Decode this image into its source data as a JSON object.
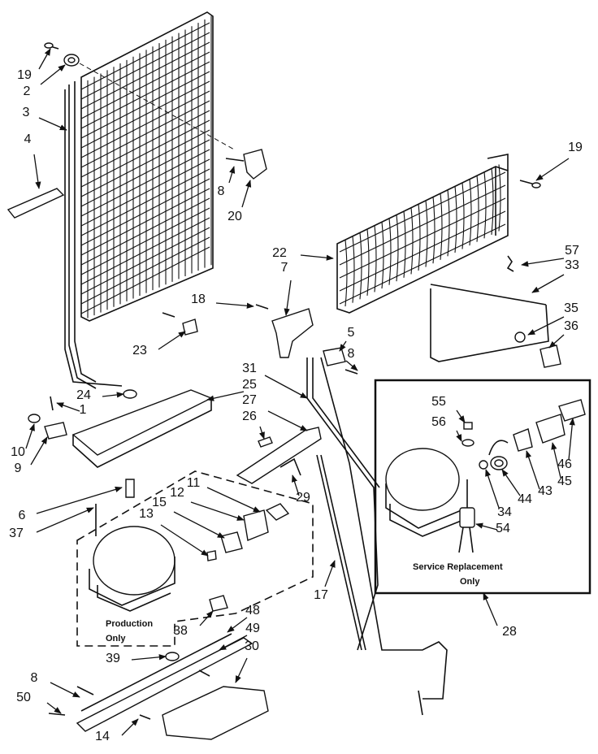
{
  "diagram": {
    "callouts": [
      "19",
      "2",
      "3",
      "4",
      "8",
      "20",
      "19",
      "22",
      "7",
      "57",
      "33",
      "18",
      "5",
      "8",
      "35",
      "36",
      "23",
      "31",
      "25",
      "24",
      "1",
      "27",
      "26",
      "10",
      "9",
      "6",
      "37",
      "11",
      "12",
      "15",
      "13",
      "29",
      "55",
      "56",
      "46",
      "45",
      "43",
      "44",
      "34",
      "54",
      "17",
      "38",
      "48",
      "49",
      "30",
      "39",
      "8",
      "50",
      "14",
      "28"
    ],
    "notes": {
      "production_only": [
        "Production",
        "Only"
      ],
      "service_replacement": [
        "Service Replacement",
        "Only"
      ]
    }
  }
}
